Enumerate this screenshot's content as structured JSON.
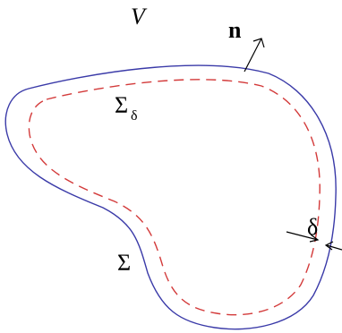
{
  "labels": {
    "volume": "V",
    "normal": "n",
    "outer_surface": "Σ",
    "inner_surface": "Σ",
    "inner_surface_subscript": "δ",
    "thickness": "δ"
  },
  "colors": {
    "outer_boundary": "#3a3aa8",
    "inner_boundary": "#d33a3a",
    "arrows": "#000000",
    "text": "#000000"
  }
}
